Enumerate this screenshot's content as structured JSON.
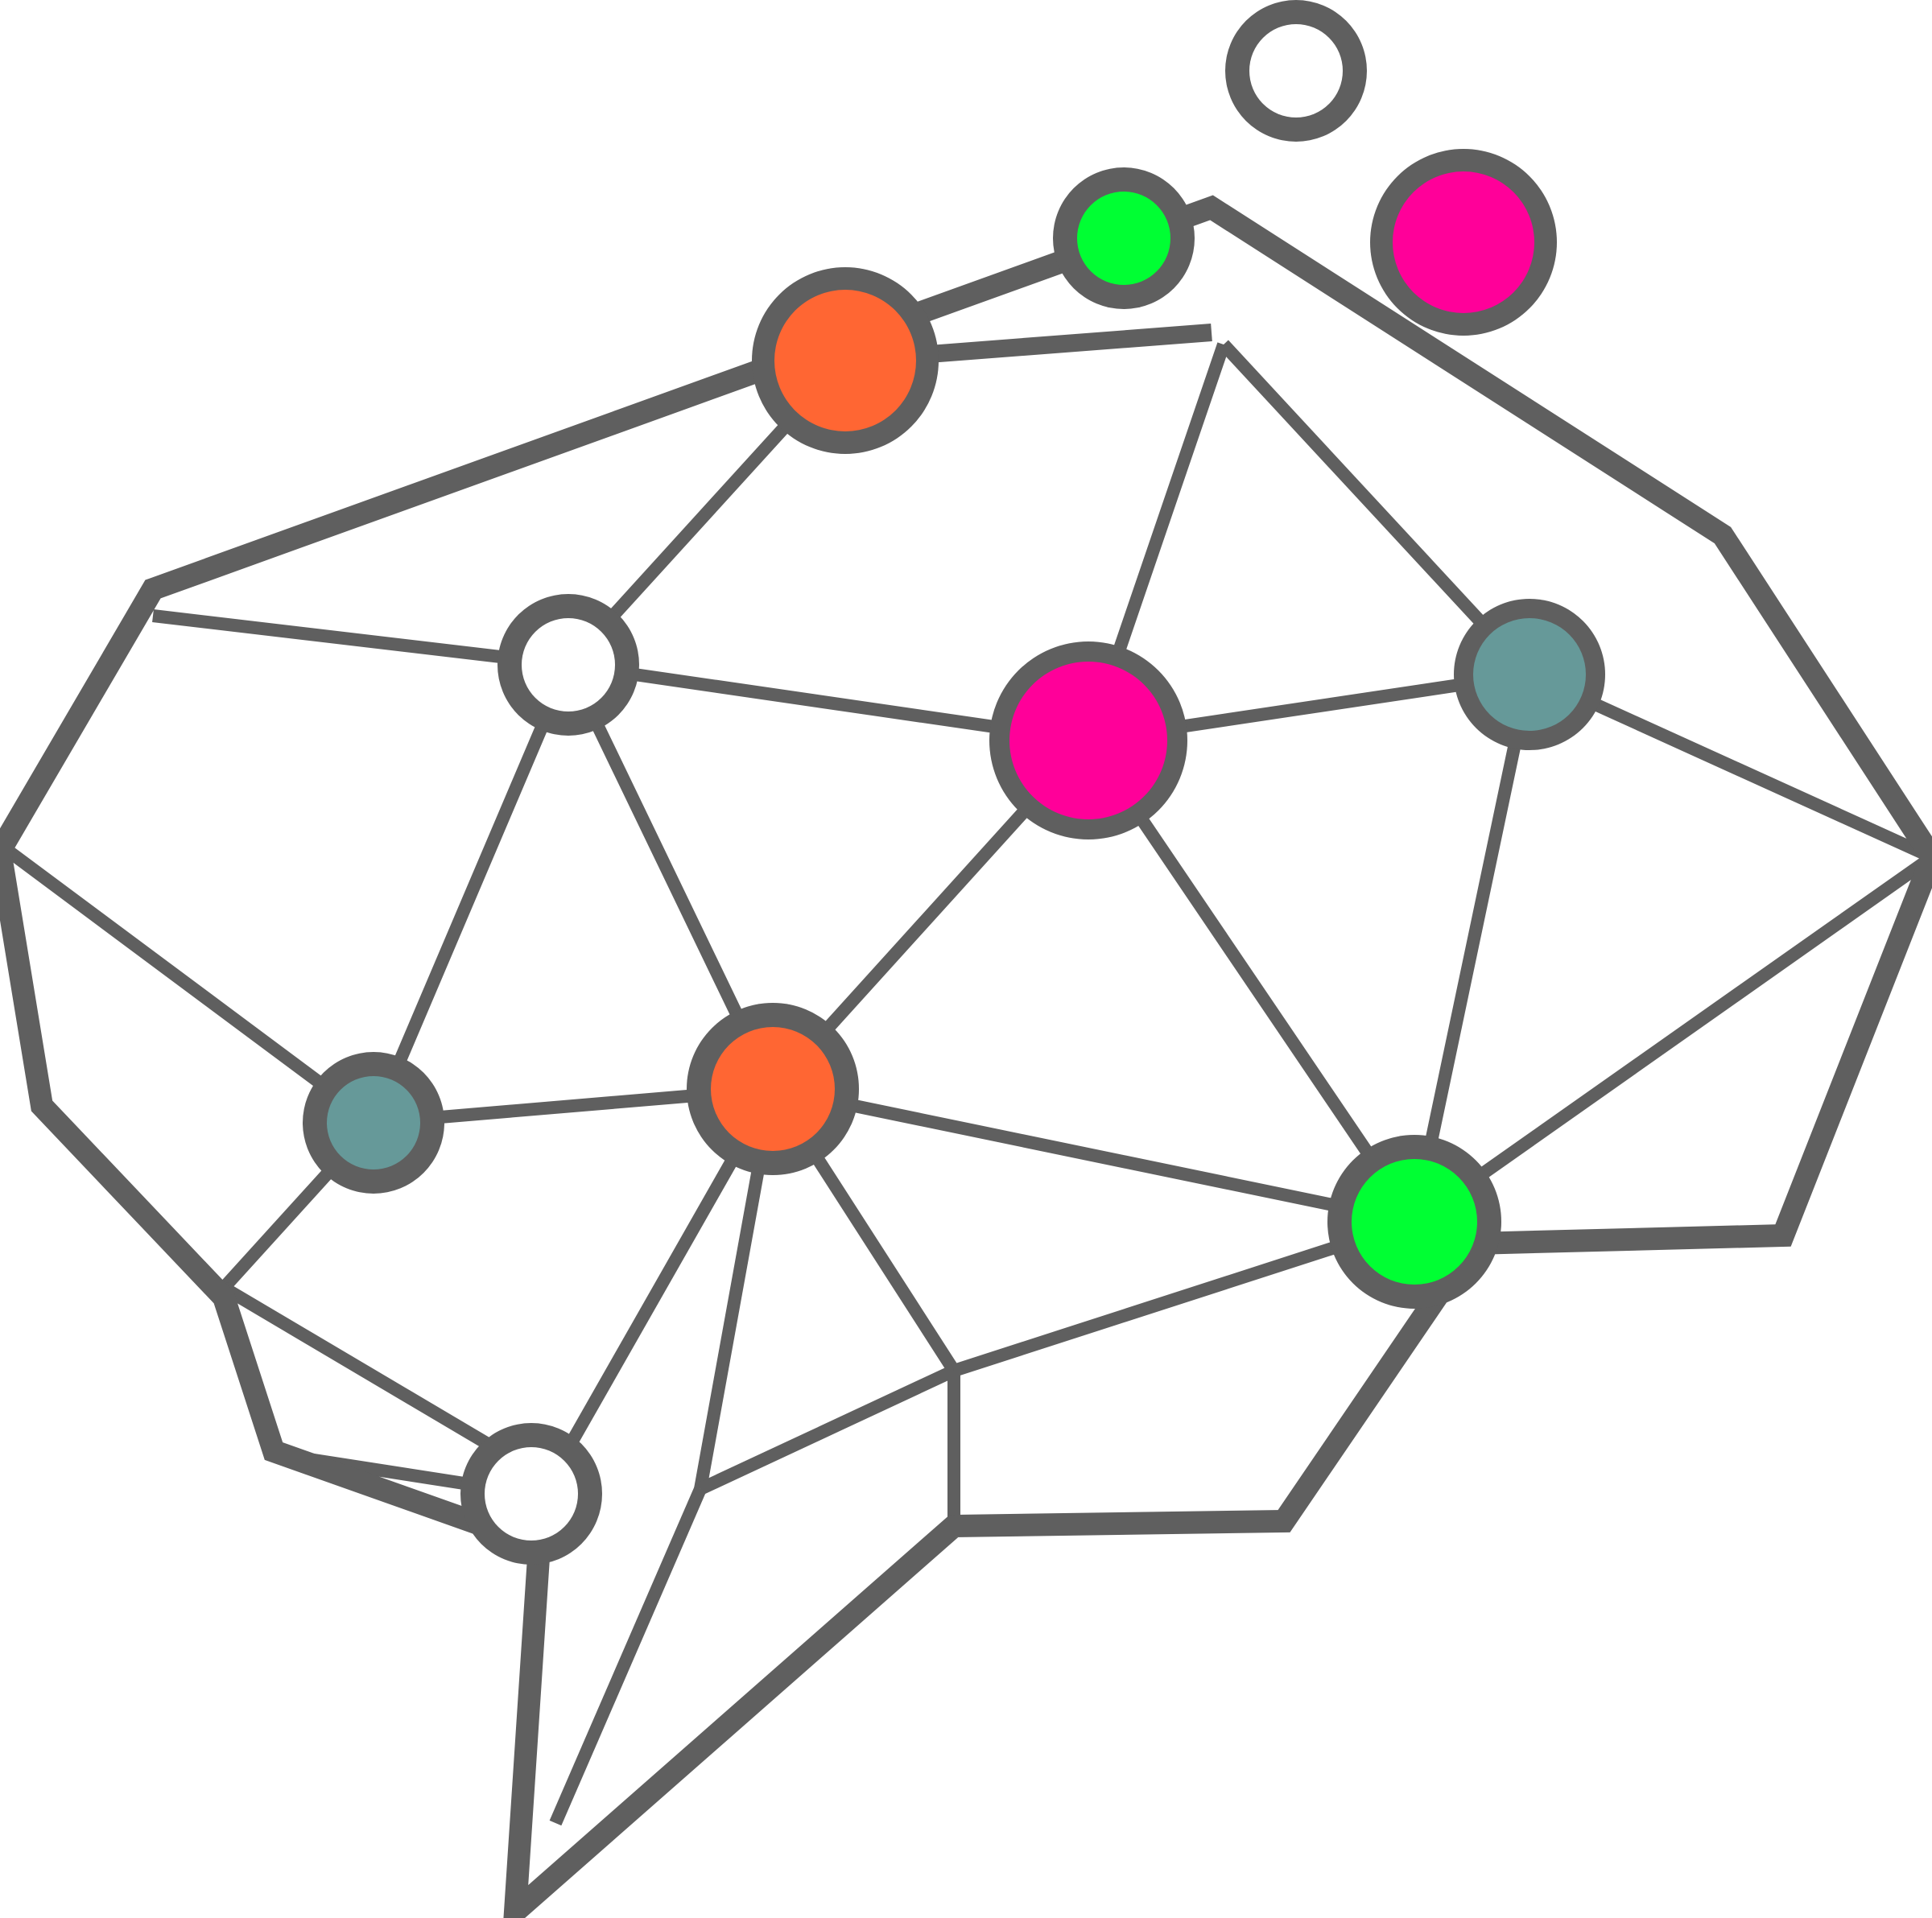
{
  "logo": {
    "name": "brain-network-logo",
    "colors": {
      "outline": "#5f5f5f",
      "orange": "#ff6633",
      "magenta": "#ff0099",
      "green": "#00ff33",
      "teal": "#669999",
      "white": "#ffffff"
    },
    "node_fills": [
      "orange",
      "white",
      "magenta",
      "teal",
      "green",
      "orange",
      "teal",
      "white",
      "green",
      "white",
      "magenta"
    ]
  }
}
